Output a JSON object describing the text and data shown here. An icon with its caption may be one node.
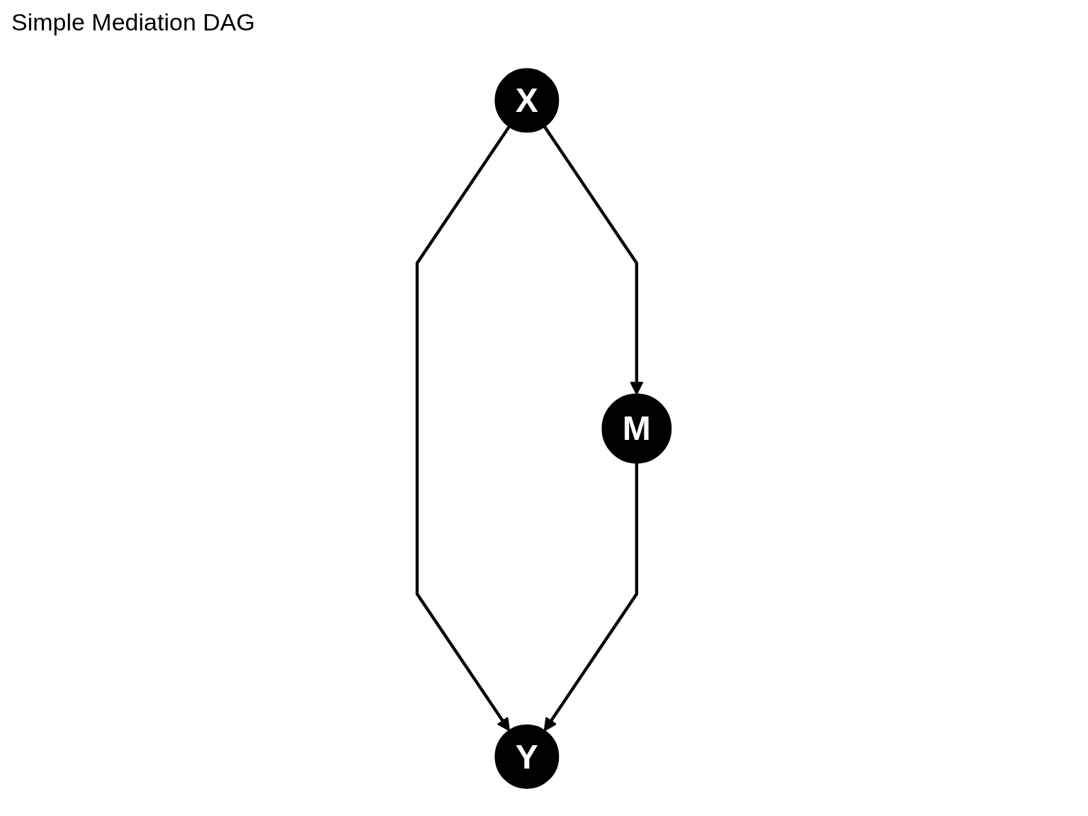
{
  "diagram": {
    "title": "Simple Mediation DAG",
    "nodes": [
      {
        "text": [
          "X"
        ]
      },
      {
        "text": [
          "M"
        ]
      },
      {
        "text": [
          "Y"
        ]
      }
    ],
    "edges": [
      {
        "from": 0,
        "to": 1,
        "arrow": "to"
      },
      {
        "from": 0,
        "to": 2,
        "arrow": "to"
      },
      {
        "from": 1,
        "to": 2,
        "arrow": "to"
      }
    ]
  }
}
